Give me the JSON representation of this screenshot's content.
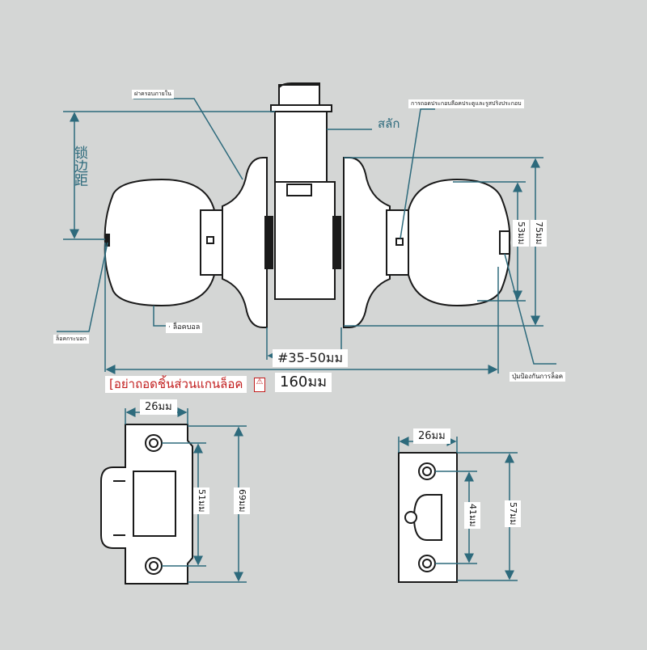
{
  "labels": {
    "faceplate": "ฝาครอบภายใน",
    "latch": "สลัก",
    "knob_removal": "การถอดประกอบลือคประตูและรูสปริงประกอบ",
    "backset_side": "锁边距",
    "lock_hole": "ล็อคกระบอก",
    "ball_knob": "· ล็อคบอล",
    "privacy_button": "ปุ่มป้องกันการล็อค",
    "warning": "[อย่าถอดชิ้นส่วนแกนล็อค",
    "warning_icon": "warning-icon"
  },
  "dimensions": {
    "door_thickness": "#35-50มม",
    "total_length": "160มม",
    "knob_small": "53มม",
    "knob_large": "75มม",
    "strike_width": "26มม",
    "strike_hole_spacing": "51มม",
    "strike_height": "69มม",
    "latch_plate_width": "26มม",
    "latch_plate_hole_spacing": "41มม",
    "latch_plate_height": "57มม"
  },
  "colors": {
    "background": "#d4d6d5",
    "outline": "#1a1a1a",
    "dimension_line": "#2d6a7c",
    "warning_text": "#c21e1e"
  }
}
